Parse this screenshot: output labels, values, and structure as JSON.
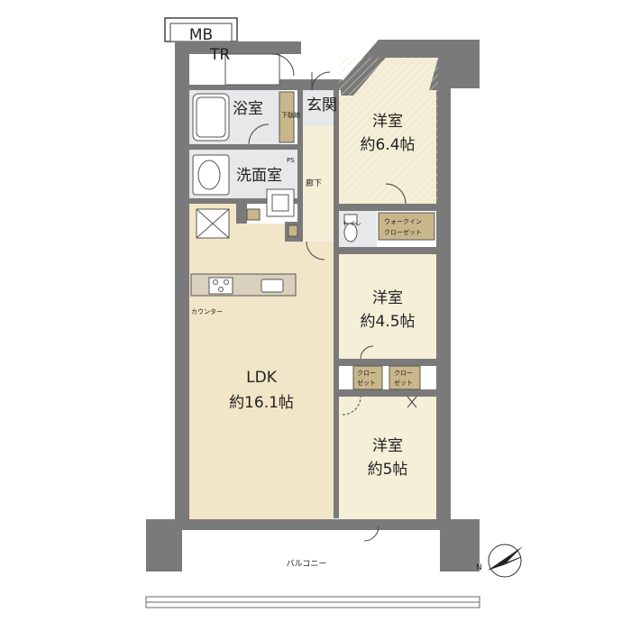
{
  "rooms": {
    "western1": {
      "name": "洋室",
      "size": "約6.4帖"
    },
    "western2": {
      "name": "洋室",
      "size": "約4.5帖"
    },
    "western3": {
      "name": "洋室",
      "size": "約5帖"
    },
    "ldk": {
      "name": "LDK",
      "size": "約16.1帖"
    },
    "bath": {
      "name": "浴室"
    },
    "washroom": {
      "name": "洗面室"
    },
    "entrance": {
      "name": "玄関"
    },
    "corridor": {
      "name": "廊下"
    },
    "toilet": {
      "name": "トイレ"
    },
    "shoe_box": {
      "name": "下駄箱"
    },
    "walk_in_closet": {
      "line1": "ウォークイン",
      "line2": "クローゼット"
    },
    "closet_a": {
      "line1": "クロー",
      "line2": "ゼット"
    },
    "closet_b": {
      "line1": "クロー",
      "line2": "ゼット"
    },
    "counter": {
      "name": "カウンター"
    }
  },
  "fixtures": {
    "mb": "MB",
    "tr": "TR",
    "ps": "PS"
  },
  "balcony": {
    "name": "バルコニー"
  },
  "compass": {
    "label": "N"
  },
  "colors": {
    "wall": "#7a7a7a",
    "ldk_floor": "#f2e6c8",
    "bedroom_floor": "#f5efd8",
    "wet_area": "#e6e8ea",
    "closet": "#c9b68a",
    "counter": "#d9d0bd"
  }
}
